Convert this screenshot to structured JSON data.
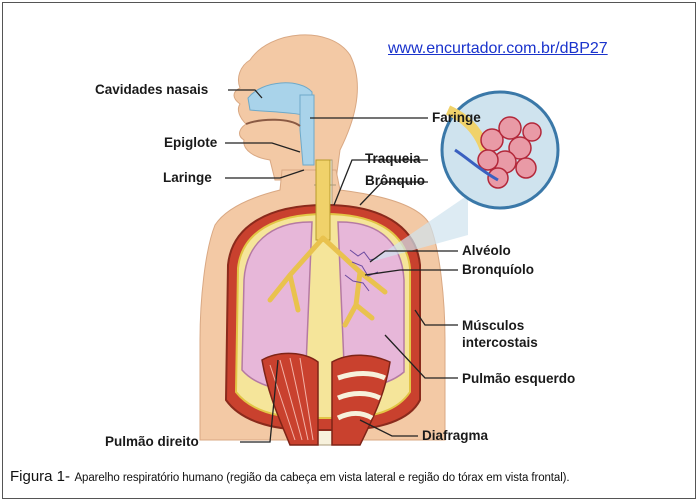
{
  "source_link": "www.encurtador.com.br/dBP27",
  "labels": {
    "cavidades_nasais": "Cavidades nasais",
    "faringe": "Faringe",
    "epiglote": "Epiglote",
    "traqueia": "Traqueia",
    "laringe": "Laringe",
    "bronquio": "Brônquio",
    "alveolo": "Alvéolo",
    "bronquiolo": "Bronquíolo",
    "musculos_line1": "Músculos",
    "musculos_line2": "intercostais",
    "pulmao_esquerdo": "Pulmão esquerdo",
    "pulmao_direito": "Pulmão direito",
    "diafragma": "Diafragma"
  },
  "caption": {
    "prefix": "Figura 1-",
    "text": "Aparelho respiratório humano (região da cabeça em vista lateral e região do tórax em vista frontal)."
  },
  "colors": {
    "skin": "#f3c9a5",
    "lung": "#e7b7d9",
    "airway": "#f0d26a",
    "muscle": "#c9412e",
    "nasal": "#a9d3ea",
    "link": "#1a33cc"
  }
}
